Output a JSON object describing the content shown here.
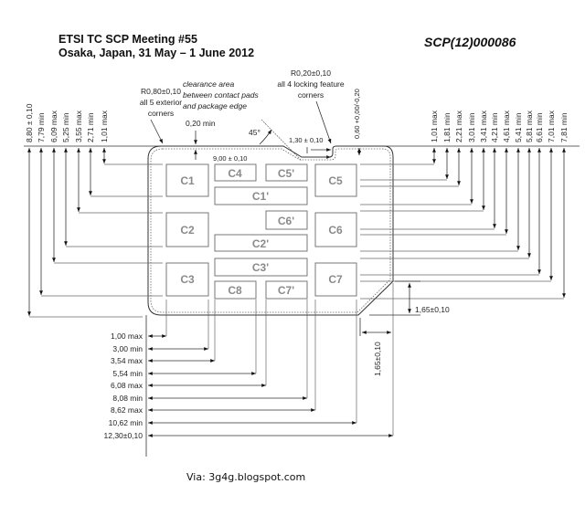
{
  "header": {
    "meeting": "ETSI TC SCP Meeting #55",
    "location_date": "Osaka, Japan, 31 May – 1 June 2012",
    "doc_id": "SCP(12)000086"
  },
  "annotations": {
    "exterior_radius": [
      "R0,80±0,10",
      "all 5 exterior",
      "corners"
    ],
    "clearance": [
      "clearance area",
      "between contact pads",
      "and package edge"
    ],
    "locking_radius": [
      "R0,20±0,10",
      "all 4 locking feature",
      "corners"
    ],
    "clearance_min": "0,20 min",
    "angle": "45°",
    "notch_width": "1,30 ± 0,10",
    "notch_depth": "0,60 +0,00/-0,20",
    "card_height": "9,00 ± 0,10",
    "chamfer_v": "1,65±0,10",
    "chamfer_h": "1,65±0,10"
  },
  "contacts": [
    "C1",
    "C4",
    "C5'",
    "C5",
    "C1'",
    "C2",
    "C6'",
    "C6",
    "C2'",
    "C3'",
    "C3",
    "C7",
    "C8",
    "C7'"
  ],
  "left_dims": [
    "8,80 ± 0,10",
    "7,79 min",
    "6,09 max",
    "5,25 min",
    "3,55 max",
    "2,71 min",
    "1,01 max"
  ],
  "right_dims": [
    "1,01 max",
    "1,81 min",
    "2,21 max",
    "3,01 min",
    "3,41 max",
    "4,21 min",
    "4,61 max",
    "5,41 min",
    "5,81 max",
    "6,61 min",
    "7,01 max",
    "7,81 min"
  ],
  "bottom_dims": [
    "1,00 max",
    "3,00 min",
    "3,54 max",
    "5,54 min",
    "6,08 max",
    "8,08 min",
    "8,62 max",
    "10,62 min",
    "12,30±0,10"
  ],
  "footer": {
    "via": "Via: 3g4g.blogspot.com"
  }
}
